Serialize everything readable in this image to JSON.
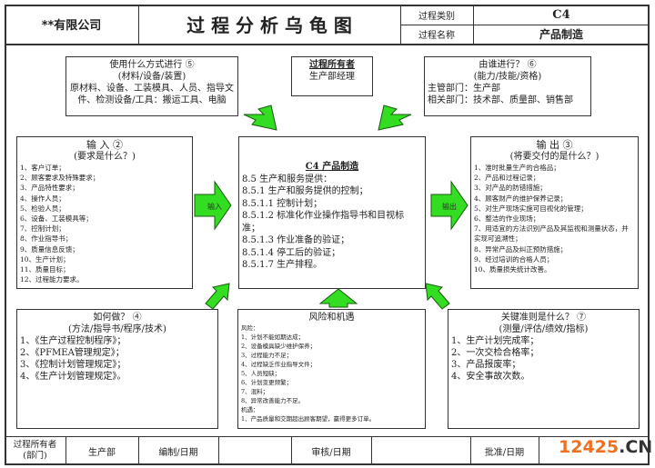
{
  "header": {
    "company": "**有限公司",
    "title": "过 程 分 析 乌 龟 图",
    "category_label": "过程类别",
    "category_value": "C4",
    "name_label": "过程名称",
    "name_value": "产品制造"
  },
  "tools": {
    "title": "使用什么方式进行 ⑤",
    "subtitle": "(材料/设备/装置)",
    "body": "原材料、设备、工装模具、人员、指导文件、检测设备/工具：搬运工具、电脑"
  },
  "owner": {
    "title": "过程所有者",
    "value": "生产部经理"
  },
  "who": {
    "title": "由谁进行？ ⑥",
    "subtitle": "(能力/技能/资格)",
    "lines": [
      "主管部门：生产部",
      "相关部门：技术部、质量部、销售部"
    ]
  },
  "input": {
    "title": "输 入 ②",
    "subtitle": "(要求是什么？)",
    "items": [
      "1、客户订单；",
      "2、顾客要求及特殊要求；",
      "3、产品特性要求；",
      "4、操作人员；",
      "5、检验人员；",
      "6、设备、工装模具等；",
      "7、控制计划；",
      "8、作业指导书；",
      "9、质量信息反馈；",
      "10、生产计划；",
      "11、质量目标；",
      "12、过程能力要求。"
    ]
  },
  "process": {
    "title": "C4 产品制造",
    "items": [
      "8.5 生产和服务提供：",
      "8.5.1 生产和服务提供的控制；",
      "8.5.1.1 控制计划；",
      "8.5.1.2 标准化作业操作指导书和目视标准；",
      "8.5.1.3 作业准备的验证；",
      "8.5.1.4 停工后的验证；",
      "8.5.1.7 生产排程。"
    ]
  },
  "output": {
    "title": "输 出 ③",
    "subtitle": "(将要交付的是什么？)",
    "items": [
      "1、准时批量生产的合格品；",
      "2、产品和过程记录；",
      "3、对产品的防错措施；",
      "4、顾客财产的维护保养记录；",
      "5、对生产现场实施可目视化的管理；",
      "6、整洁的作业现场；",
      "7、用适宜的方法识别产品及其监视和测量状态，并实现可追溯性；",
      "8、异常产品及纠正预防措施；",
      "9、经过培训的合格人员；",
      "10、质量损失统计改善。"
    ]
  },
  "how": {
    "title": "如何做？ ④",
    "subtitle": "(方法/指导书/程序/技术)",
    "items": [
      "1、《生产过程控制程序》；",
      "2、《PFMEA管理规定》；",
      "3、《控制计划管理规定》；",
      "4、《生产计划管理规定》。"
    ]
  },
  "risk": {
    "title": "风险和机遇",
    "risk_label": "风险：",
    "risks": [
      "1、计划不能如期达成；",
      "2、设备模具缺少维护保养；",
      "3、过程能力不足；",
      "4、过程缺乏作业指导文件；",
      "5、人员短缺；",
      "6、计划变更频繁；",
      "7、混料；",
      "8、异常改善能力不足。"
    ],
    "opp_label": "机遇：",
    "opps": [
      "1、产品质量和交期超出顾客期望，赢得更多订单。"
    ]
  },
  "kpi": {
    "title": "关键准则是什么？ ⑦",
    "subtitle": "(测量/评估/绩效/指标)",
    "items": [
      "1、生产计划完成率；",
      "2、一次交检合格率；",
      "3、产品报废率；",
      "4、安全事故次数。"
    ]
  },
  "arrows": {
    "input_label": "输入",
    "output_label": "输出"
  },
  "footer": {
    "owner_label": "过程所有者",
    "owner_label2": "(部门)",
    "owner_value": "生产部",
    "prepared": "编制/日期",
    "reviewed": "审核/日期",
    "approved": "批准/日期"
  },
  "watermark": {
    "num": "12425",
    "suffix": ".CN"
  },
  "colors": {
    "arrow": "#33dd22",
    "arrow_stroke": "#1a5a10",
    "watermark": "#f07020"
  }
}
